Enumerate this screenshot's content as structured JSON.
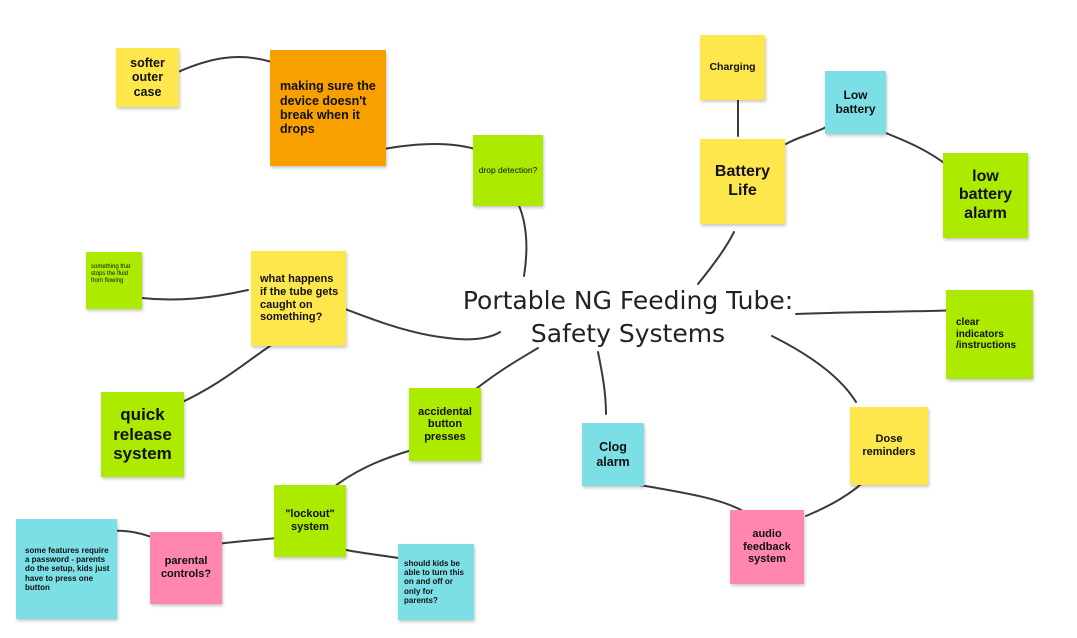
{
  "title": {
    "line1": "Portable NG Feeding Tube:",
    "line2": "Safety Systems"
  },
  "colors": {
    "yellow": "#fde74c",
    "green": "#acea00",
    "orange": "#f7a000",
    "cyan": "#7ddfe6",
    "pink": "#ff86ad",
    "connector": "#3a3a3a"
  },
  "notes": {
    "softer_outer_case": "softer outer case",
    "device_drops": "making sure the device doesn't break when it drops",
    "drop_detection": "drop detection?",
    "fluid_stop": "something that stops the fluid from flowing",
    "tube_caught": "what happens if the tube gets caught on something?",
    "quick_release": "quick release system",
    "accidental_presses": "accidental button presses",
    "lockout_system": "\"lockout\" system",
    "password_features": "some features require a password - parents do the setup, kids just have to press one button",
    "parental_controls": "parental controls?",
    "kids_toggle": "should kids be able to turn this on and off or only for parents?",
    "charging": "Charging",
    "low_battery": "Low battery",
    "battery_life": "Battery Life",
    "low_battery_alarm": "low battery alarm",
    "clear_indicators": "clear indicators /instructions",
    "dose_reminders": "Dose reminders",
    "clog_alarm": "Clog alarm",
    "audio_feedback": "audio feedback system"
  }
}
